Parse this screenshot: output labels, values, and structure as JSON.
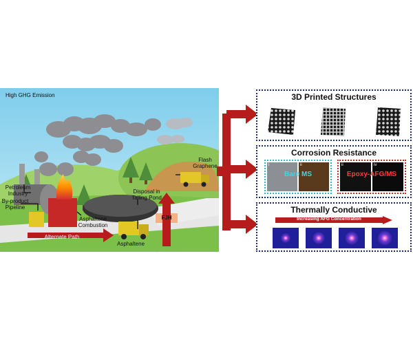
{
  "scene": {
    "top_label": "High GHG Emission",
    "labels": {
      "petroleum": "Petroleum Industry",
      "byproduct": "By-product Pipeline",
      "disposal": "Disposal in Tailing Pond",
      "combustion": "Asphaltene Combustion",
      "alternate": "Alternate Path",
      "asphaltene": "Asphaltene",
      "fjh": "FJH",
      "flash": "Flash Graphene"
    }
  },
  "panels": {
    "printed": {
      "title": "3D Printed Structures"
    },
    "corrosion": {
      "title": "Corrosion Resistance",
      "left_label": "Bare MS",
      "right_label": "Epoxy-AFG/MS",
      "left_tag": "i",
      "right_tag": "ii",
      "left_sub": "ii",
      "right_sub": "iv"
    },
    "thermal": {
      "title": "Thermally Conductive",
      "arrow_label": "Increasing AFG Concentration"
    }
  },
  "colors": {
    "arrow_red": "#b71c1c",
    "panel_border": "#1b2a6b",
    "sky": "#8fd3ee",
    "grass": "#7cc04a",
    "truck": "#e3c727"
  }
}
